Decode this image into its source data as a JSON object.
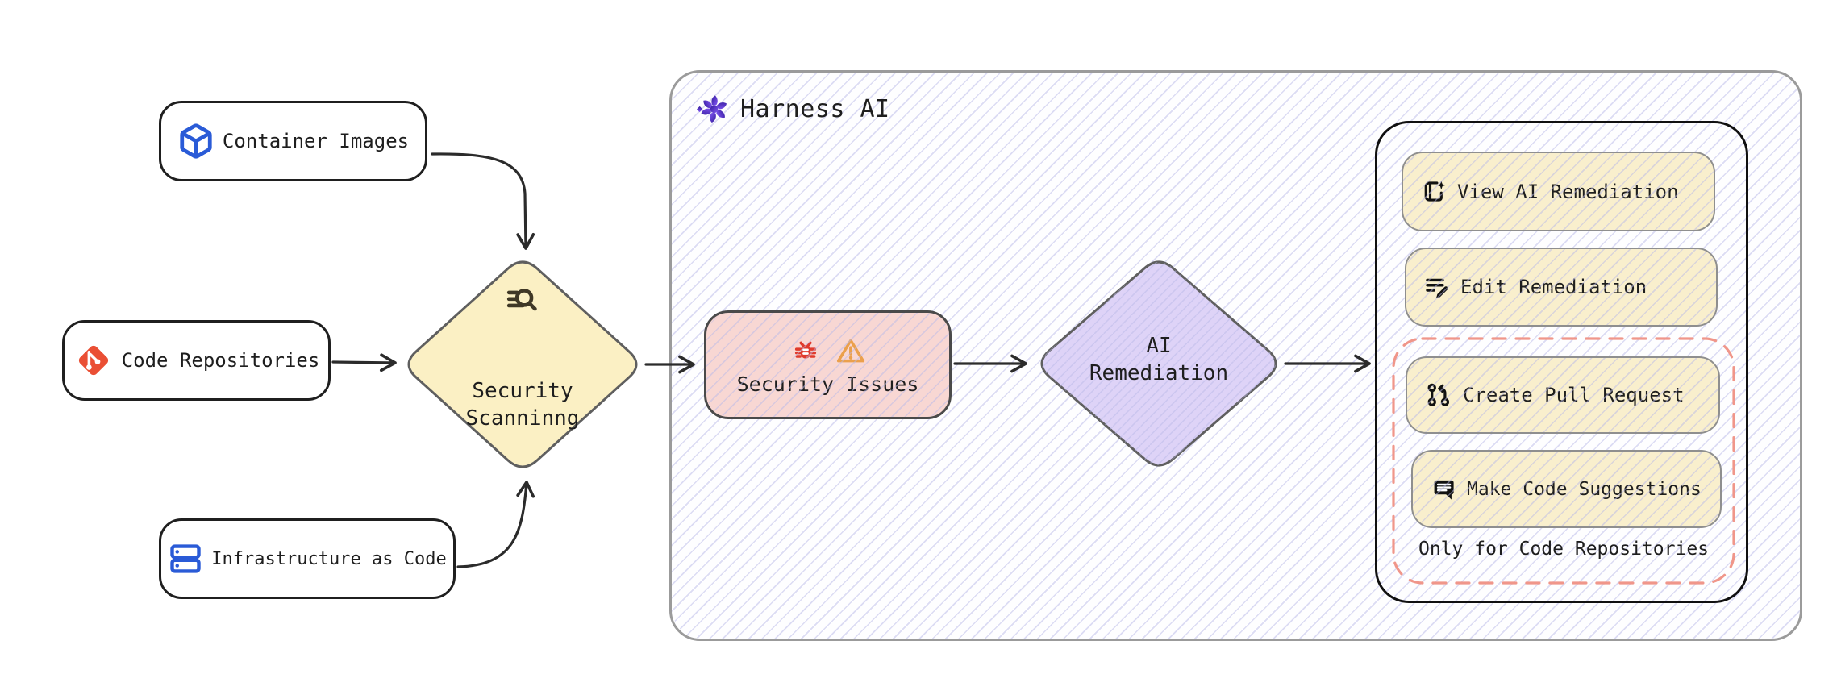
{
  "colors": {
    "canvas_bg": "#ffffff",
    "ink": "#1e1e1e",
    "node_border": "#1f1f1f",
    "shape_border": "#5f5f5f",
    "panel_border": "#9b9b9b",
    "panel_hatch": "#b9b9e8",
    "scan_fill": "#fbf0c4",
    "issues_fill": "#f8d7d3",
    "remediation_fill": "#ded3f7",
    "button_fill": "#f9efcd",
    "button_border": "#8f8f8f",
    "dashed_border": "#f0968a",
    "arrow": "#2b2b2b",
    "blue_icon": "#2a5bd7",
    "git_icon": "#ea4f34",
    "bug_icon": "#e03a2c",
    "warning_icon": "#eba04c"
  },
  "sources": [
    {
      "label": "Container Images",
      "icon": "cube-icon"
    },
    {
      "label": "Code Repositories",
      "icon": "git-branch-icon"
    },
    {
      "label": "Infrastructure as Code",
      "icon": "server-icon"
    }
  ],
  "scanner": {
    "icon": "search-list-icon",
    "lines": [
      "Security",
      "Scanninng"
    ]
  },
  "harness_panel": {
    "icon": "harness-ai-logo",
    "title": "Harness AI"
  },
  "issues": {
    "icons": [
      "bug-icon",
      "warning-icon"
    ],
    "label": "Security Issues"
  },
  "remediation": {
    "lines": [
      "AI",
      "Remediation"
    ]
  },
  "actions": {
    "buttons": [
      {
        "label": "View AI Remediation",
        "icon": "book-sparkle-icon"
      },
      {
        "label": "Edit Remediation",
        "icon": "edit-list-icon"
      },
      {
        "label": "Create Pull Request",
        "icon": "pull-request-icon"
      },
      {
        "label": "Make Code Suggestions",
        "icon": "code-comment-icon"
      }
    ],
    "note": "Only for Code Repositories"
  }
}
